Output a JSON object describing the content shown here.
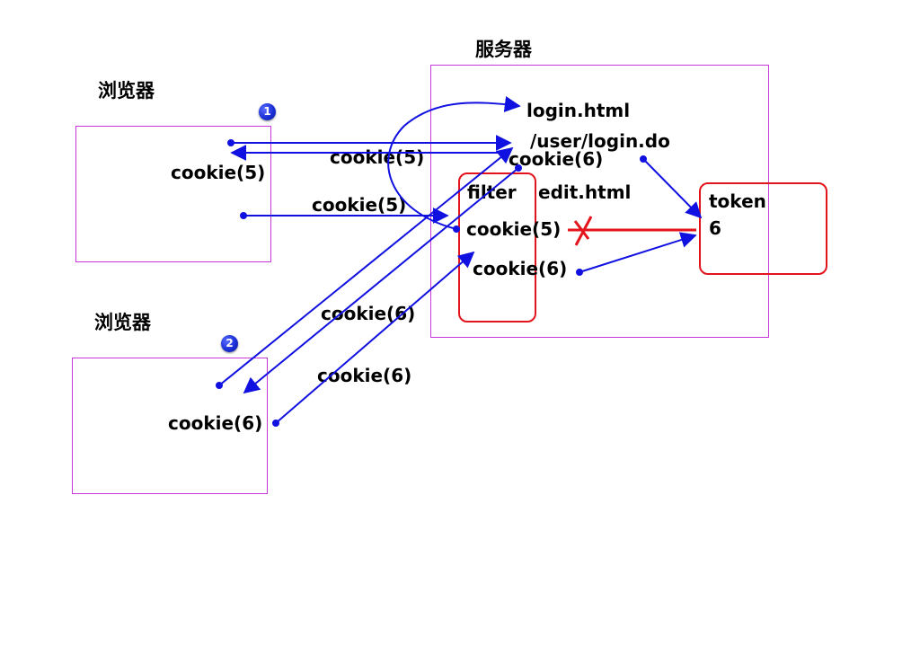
{
  "browser1": {
    "title": "浏览器",
    "badge": "1",
    "cookie": "cookie(5)"
  },
  "browser2": {
    "title": "浏览器",
    "badge": "2",
    "cookie": "cookie(6)"
  },
  "server": {
    "title": "服务器",
    "login_html": "login.html",
    "login_do": "/user/login.do",
    "cookie_top": "cookie(6)",
    "edit_html": "edit.html",
    "filter": {
      "label": "filter",
      "cookie_a": "cookie(5)",
      "cookie_b": "cookie(6)"
    },
    "token": {
      "label": "token",
      "value": "6"
    }
  },
  "edge_labels": {
    "b1_top": "cookie(5)",
    "b1_mid": "cookie(5)",
    "b2_up": "cookie(6)",
    "b2_low": "cookie(6)"
  },
  "colors": {
    "arrow": "#1010e0",
    "red": "#e4141c",
    "purple": "#c837d8"
  }
}
